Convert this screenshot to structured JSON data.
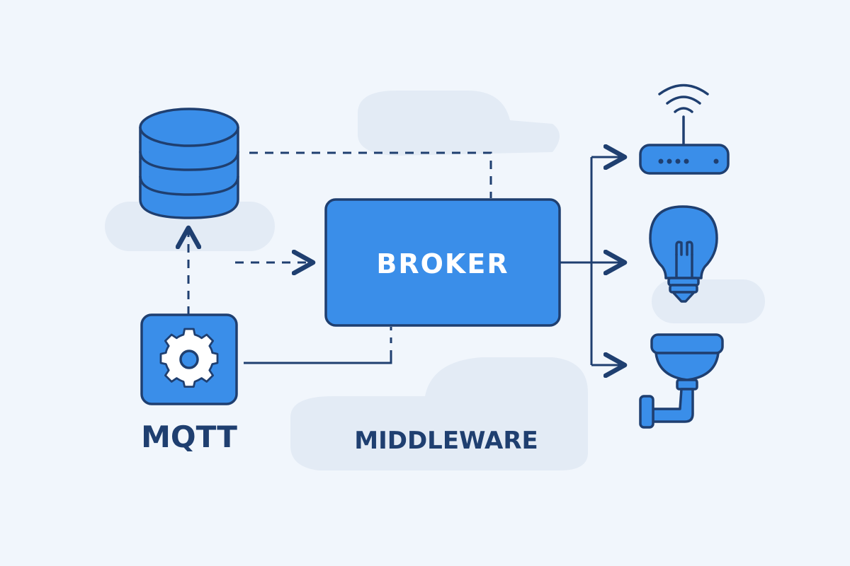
{
  "broker": {
    "label": "BROKER"
  },
  "mqtt": {
    "label": "MQTT"
  },
  "middleware": {
    "label": "MIDDLEWARE"
  },
  "icons": {
    "database": "database-icon",
    "gear": "gear-icon",
    "router": "wifi-router-icon",
    "bulb": "light-bulb-icon",
    "camera": "security-camera-icon"
  },
  "colors": {
    "background": "#f1f6fc",
    "cloud": "#e3ebf5",
    "primary": "#3a8ee9",
    "stroke": "#1f3f70"
  }
}
